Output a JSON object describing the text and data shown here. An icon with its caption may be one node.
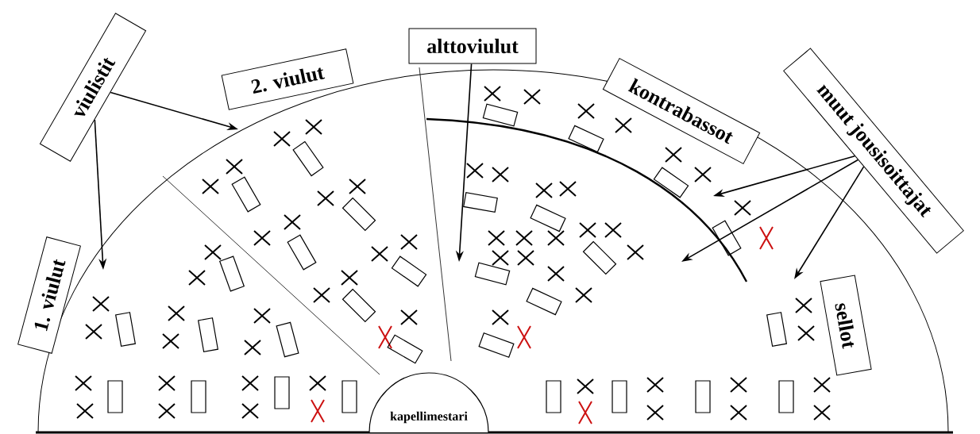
{
  "diagram": {
    "nodes": [
      {
        "text": [
          "viulistit"
        ]
      },
      {
        "text": [
          "2. viulut"
        ]
      },
      {
        "text": [
          "alttoviulut"
        ]
      },
      {
        "text": [
          "kontrabassot"
        ]
      },
      {
        "text": [
          "muut jousisoittajat"
        ]
      },
      {
        "text": [
          "1. viulut"
        ]
      },
      {
        "text": [
          "sellot"
        ]
      },
      {
        "text": [
          "kapellimestari"
        ]
      }
    ],
    "edges": [
      {
        "from": 0,
        "to": null,
        "arrow": "to"
      },
      {
        "from": 0,
        "to": null,
        "arrow": "to"
      },
      {
        "from": 2,
        "to": null,
        "arrow": "to"
      },
      {
        "from": 4,
        "to": null,
        "arrow": "to"
      },
      {
        "from": 4,
        "to": null,
        "arrow": "to"
      },
      {
        "from": 4,
        "to": null,
        "arrow": "to"
      }
    ]
  }
}
